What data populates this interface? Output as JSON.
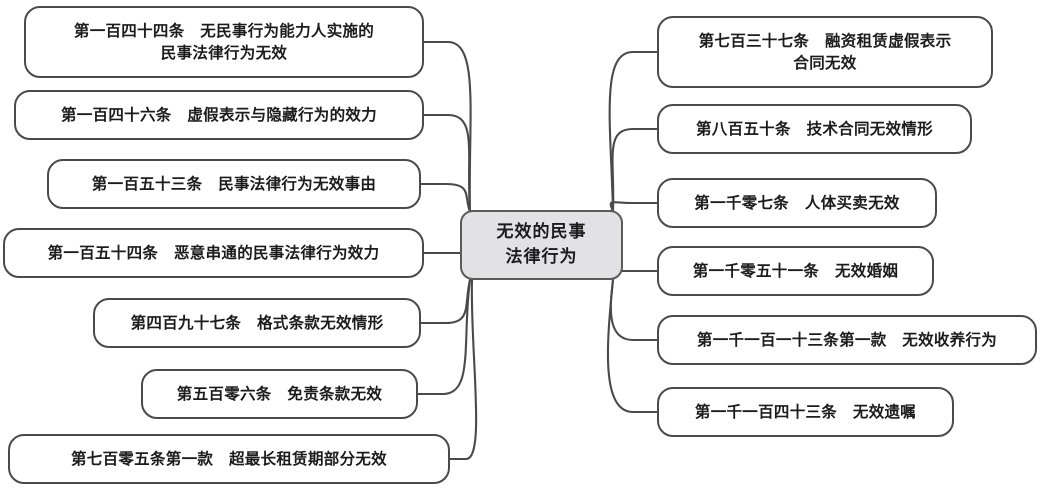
{
  "diagram": {
    "type": "mindmap",
    "title": "无效的民事法律行为",
    "colors": {
      "background": "#ffffff",
      "node_fill": "#ffffff",
      "node_border": "#4a4a4a",
      "center_fill": "#e2e2e4",
      "center_border": "#5a5a5a",
      "text": "#1c1c1c",
      "connector": "#4a4a4a"
    },
    "center": {
      "label": "无效的民事\n法律行为"
    },
    "left_branches": [
      {
        "label": "第一百四十四条　无民事行为能力人实施的\n民事法律行为无效"
      },
      {
        "label": "第一百四十六条　虚假表示与隐藏行为的效力"
      },
      {
        "label": "第一百五十三条　民事法律行为无效事由"
      },
      {
        "label": "第一百五十四条　恶意串通的民事法律行为效力"
      },
      {
        "label": "第四百九十七条　格式条款无效情形"
      },
      {
        "label": "第五百零六条　免责条款无效"
      },
      {
        "label": "第七百零五条第一款　超最长租赁期部分无效"
      }
    ],
    "right_branches": [
      {
        "label": "第七百三十七条　融资租赁虚假表示\n合同无效"
      },
      {
        "label": "第八百五十条　技术合同无效情形"
      },
      {
        "label": "第一千零七条　人体买卖无效"
      },
      {
        "label": "第一千零五十一条　无效婚姻"
      },
      {
        "label": "第一千一百一十三条第一款　无效收养行为"
      },
      {
        "label": "第一千一百四十三条　无效遗嘱"
      }
    ]
  }
}
